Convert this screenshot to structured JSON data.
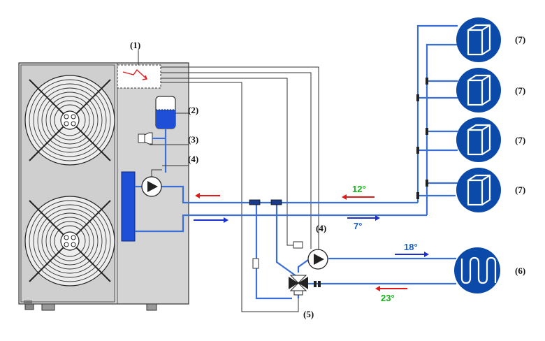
{
  "diagram": {
    "labels": {
      "controller": "(1)",
      "expansion_tank": "(2)",
      "valve": "(3)",
      "pump_unit": "(4)",
      "pump_external": "(4)",
      "three_way_valve": "(5)",
      "floor_heating": "(6)",
      "fan_coil_1": "(7)",
      "fan_coil_2": "(7)",
      "fan_coil_3": "(7)",
      "fan_coil_4": "(7)"
    },
    "temperatures": {
      "fancoil_return": "12°",
      "fancoil_supply": "7°",
      "floor_supply": "18°",
      "floor_return": "23°"
    },
    "colors": {
      "pipe": "#3a6fd8",
      "unit_body": "#d4d4d4",
      "accent_blue": "#1f4fd6",
      "emitter_fill": "#0b4aa8",
      "arrow_red": "#e01a1a",
      "arrow_blue": "#1a2fd0",
      "temp_green": "#17b41a",
      "temp_blue": "#1a5ec4"
    }
  }
}
